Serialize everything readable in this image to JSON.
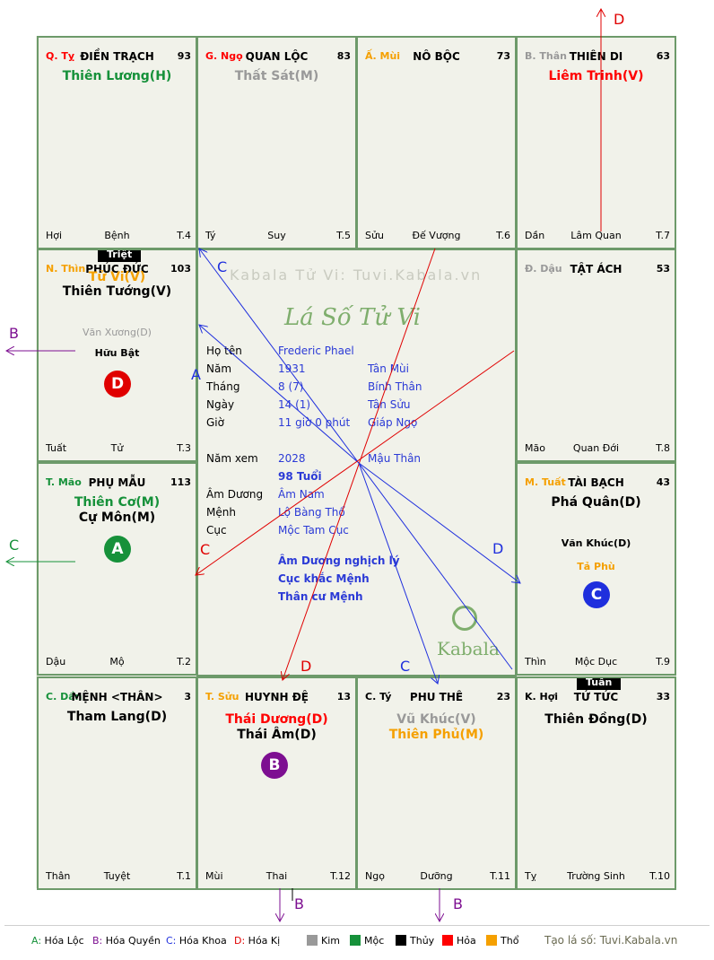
{
  "colors": {
    "kim": "#999999",
    "moc": "#16913a",
    "thuy": "#000000",
    "hoa": "#ff0000",
    "tho": "#f5a000",
    "loc": "#16913a",
    "quyen": "#7d0f91",
    "khoa": "#1f2fdd",
    "ky": "#e00000"
  },
  "watermark": {
    "site": "Kabala Tử Vi: Tuvi.Kabala.vn",
    "script": "Lá Số Tử Vi",
    "logo": "Kabala"
  },
  "cells": [
    {
      "id": "ty-hoa",
      "branch": "Q. Tỵ",
      "branch_color": "#ff0000",
      "palace": "ĐIỀN TRẠCH",
      "number": "93",
      "stars": [
        {
          "text": "Thiên Lương(H)",
          "color": "#16913a"
        }
      ],
      "bottom_left": "Hợi",
      "bottom_mid": "Bệnh",
      "bottom_right": "T.4"
    },
    {
      "id": "ngo",
      "branch": "G. Ngọ",
      "branch_color": "#ff0000",
      "palace": "QUAN LỘC",
      "number": "83",
      "stars": [
        {
          "text": "Thất Sát(M)",
          "color": "#999999"
        }
      ],
      "bottom_left": "Tý",
      "bottom_mid": "Suy",
      "bottom_right": "T.5"
    },
    {
      "id": "mui",
      "branch": "Ấ. Mùi",
      "branch_color": "#f5a000",
      "palace": "NÔ BỘC",
      "number": "73",
      "stars": [],
      "bottom_left": "Sửu",
      "bottom_mid": "Đế Vượng",
      "bottom_right": "T.6"
    },
    {
      "id": "than",
      "branch": "B. Thân",
      "branch_color": "#999999",
      "palace": "THIÊN DI",
      "number": "63",
      "stars": [
        {
          "text": "Liêm Trinh(V)",
          "color": "#ff0000"
        }
      ],
      "bottom_left": "Dần",
      "bottom_mid": "Lâm Quan",
      "bottom_right": "T.7"
    },
    {
      "id": "thin",
      "branch": "N. Thìn",
      "branch_color": "#f5a000",
      "palace": "PHÚC ĐỨC",
      "number": "103",
      "stars": [
        {
          "text": "Tử Vi(V)",
          "color": "#f5a000"
        },
        {
          "text": "Thiên Tướng(V)",
          "color": "#000000"
        }
      ],
      "minor": [
        {
          "text": "Văn Xương(D)",
          "color": "#999999"
        },
        {
          "text": "Hữu Bật",
          "color": "#000000"
        }
      ],
      "tag": "Triệt",
      "badge": {
        "letter": "D",
        "color": "#e00000"
      },
      "bottom_left": "Tuất",
      "bottom_mid": "Tử",
      "bottom_right": "T.3"
    },
    {
      "id": "dau",
      "branch": "Đ. Dậu",
      "branch_color": "#999999",
      "palace": "TẬT ÁCH",
      "number": "53",
      "stars": [],
      "bottom_left": "Mão",
      "bottom_mid": "Quan Đới",
      "bottom_right": "T.8"
    },
    {
      "id": "mao",
      "branch": "T. Mão",
      "branch_color": "#16913a",
      "palace": "PHỤ MẪU",
      "number": "113",
      "stars": [
        {
          "text": "Thiên Cơ(M)",
          "color": "#16913a"
        },
        {
          "text": "Cự Môn(M)",
          "color": "#000000"
        }
      ],
      "badge": {
        "letter": "A",
        "color": "#16913a"
      },
      "bottom_left": "Dậu",
      "bottom_mid": "Mộ",
      "bottom_right": "T.2"
    },
    {
      "id": "tuat",
      "branch": "M. Tuất",
      "branch_color": "#f5a000",
      "palace": "TÀI BẠCH",
      "number": "43",
      "stars": [
        {
          "text": "Phá Quân(D)",
          "color": "#000000"
        }
      ],
      "minor": [
        {
          "text": "Văn Khúc(D)",
          "color": "#000000"
        },
        {
          "text": "Tả Phù",
          "color": "#f5a000"
        }
      ],
      "badge": {
        "letter": "C",
        "color": "#1f2fdd"
      },
      "bottom_left": "Thìn",
      "bottom_mid": "Mộc Dục",
      "bottom_right": "T.9"
    },
    {
      "id": "dan",
      "branch": "C. Dần",
      "branch_color": "#16913a",
      "palace": "MỆNH <THÂN>",
      "number": "3",
      "stars": [
        {
          "text": "Tham Lang(D)",
          "color": "#000000"
        }
      ],
      "bottom_left": "Thân",
      "bottom_mid": "Tuyệt",
      "bottom_right": "T.1"
    },
    {
      "id": "suu",
      "branch": "T. Sửu",
      "branch_color": "#f5a000",
      "palace": "HUYNH ĐỆ",
      "number": "13",
      "stars": [
        {
          "text": "Thái Dương(D)",
          "color": "#ff0000"
        },
        {
          "text": "Thái Âm(D)",
          "color": "#000000"
        }
      ],
      "badge": {
        "letter": "B",
        "color": "#7d0f91"
      },
      "bottom_left": "Mùi",
      "bottom_mid": "Thai",
      "bottom_right": "T.12"
    },
    {
      "id": "ty-thuy",
      "branch": "C. Tý",
      "branch_color": "#000000",
      "palace": "PHU THÊ",
      "number": "23",
      "stars": [
        {
          "text": "Vũ Khúc(V)",
          "color": "#999999"
        },
        {
          "text": "Thiên Phủ(M)",
          "color": "#f5a000"
        }
      ],
      "bottom_left": "Ngọ",
      "bottom_mid": "Dưỡng",
      "bottom_right": "T.11"
    },
    {
      "id": "hoi",
      "branch": "K. Hợi",
      "branch_color": "#000000",
      "palace": "TỬ TỨC",
      "number": "33",
      "stars": [
        {
          "text": "Thiên Đồng(D)",
          "color": "#000000"
        }
      ],
      "tag": "Tuần",
      "bottom_left": "Tỵ",
      "bottom_mid": "Trường Sinh",
      "bottom_right": "T.10"
    }
  ],
  "info": {
    "rows": [
      {
        "label": "Họ tên",
        "v1": "Frederic Phael",
        "v2": ""
      },
      {
        "label": "Năm",
        "v1": "1931",
        "v2": "Tân Mùi"
      },
      {
        "label": "Tháng",
        "v1": "8  (7)",
        "v2": "Bính Thân"
      },
      {
        "label": "Ngày",
        "v1": "14  (1)",
        "v2": "Tân Sửu"
      },
      {
        "label": "Giờ",
        "v1": "11 giờ 0 phút",
        "v2": "Giáp Ngọ"
      },
      {
        "label": "Năm xem",
        "v1": "2028",
        "v2": "Mậu Thân"
      },
      {
        "label": "",
        "v1": "98 Tuổi",
        "v2": ""
      },
      {
        "label": "Âm Dương",
        "v1": "Âm Nam",
        "v2": ""
      },
      {
        "label": "Mệnh",
        "v1": "Lộ Bàng Thổ",
        "v2": ""
      },
      {
        "label": "Cục",
        "v1": "Mộc Tam Cục",
        "v2": ""
      }
    ],
    "notes": [
      "Âm Dương nghịch lý",
      "Cục khắc Mệnh",
      "Thân cư Mệnh"
    ]
  },
  "arrow_labels": [
    "D",
    "B",
    "C",
    "C",
    "A",
    "D",
    "C",
    "D",
    "C",
    "B",
    "B"
  ],
  "legend": {
    "items": [
      {
        "letter": "A:",
        "text": " Hóa Lộc",
        "color": "#16913a"
      },
      {
        "letter": "B:",
        "text": " Hóa Quyền",
        "color": "#7d0f91"
      },
      {
        "letter": "C:",
        "text": " Hóa Khoa",
        "color": "#1f2fdd"
      },
      {
        "letter": "D:",
        "text": " Hóa Kị",
        "color": "#e00000"
      }
    ],
    "elements": [
      {
        "name": "Kim",
        "color": "#999999"
      },
      {
        "name": "Mộc",
        "color": "#16913a"
      },
      {
        "name": "Thủy",
        "color": "#000000"
      },
      {
        "name": "Hỏa",
        "color": "#ff0000"
      },
      {
        "name": "Thổ",
        "color": "#f5a000"
      }
    ],
    "credit": "Tạo lá số: Tuvi.Kabala.vn"
  }
}
